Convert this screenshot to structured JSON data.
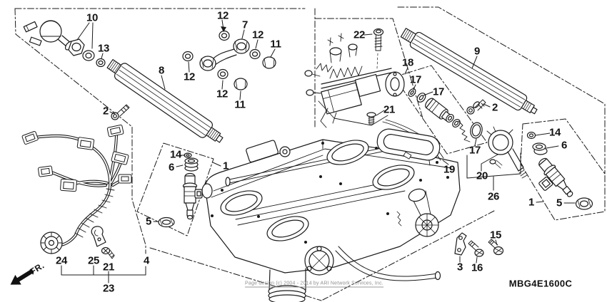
{
  "diagram": {
    "code": "MBG4E1600C",
    "watermark": "Page design (c) 2004 - 2014 by ARI Network Services, Inc.",
    "direction_indicator": "FR."
  },
  "callouts": [
    {
      "label": "10"
    },
    {
      "label": "13"
    },
    {
      "label": "8"
    },
    {
      "label": "2"
    },
    {
      "label": "12"
    },
    {
      "label": "7"
    },
    {
      "label": "12"
    },
    {
      "label": "11"
    },
    {
      "label": "12"
    },
    {
      "label": "12"
    },
    {
      "label": "11"
    },
    {
      "label": "22"
    },
    {
      "label": "9"
    },
    {
      "label": "18"
    },
    {
      "label": "17"
    },
    {
      "label": "17"
    },
    {
      "label": "2"
    },
    {
      "label": "21"
    },
    {
      "label": "17"
    },
    {
      "label": "19"
    },
    {
      "label": "20"
    },
    {
      "label": "26"
    },
    {
      "label": "14"
    },
    {
      "label": "6"
    },
    {
      "label": "1"
    },
    {
      "label": "5"
    },
    {
      "label": "14"
    },
    {
      "label": "6"
    },
    {
      "label": "1"
    },
    {
      "label": "5"
    },
    {
      "label": "24"
    },
    {
      "label": "25"
    },
    {
      "label": "21"
    },
    {
      "label": "4"
    },
    {
      "label": "23"
    },
    {
      "label": "15"
    },
    {
      "label": "3"
    },
    {
      "label": "16"
    }
  ]
}
